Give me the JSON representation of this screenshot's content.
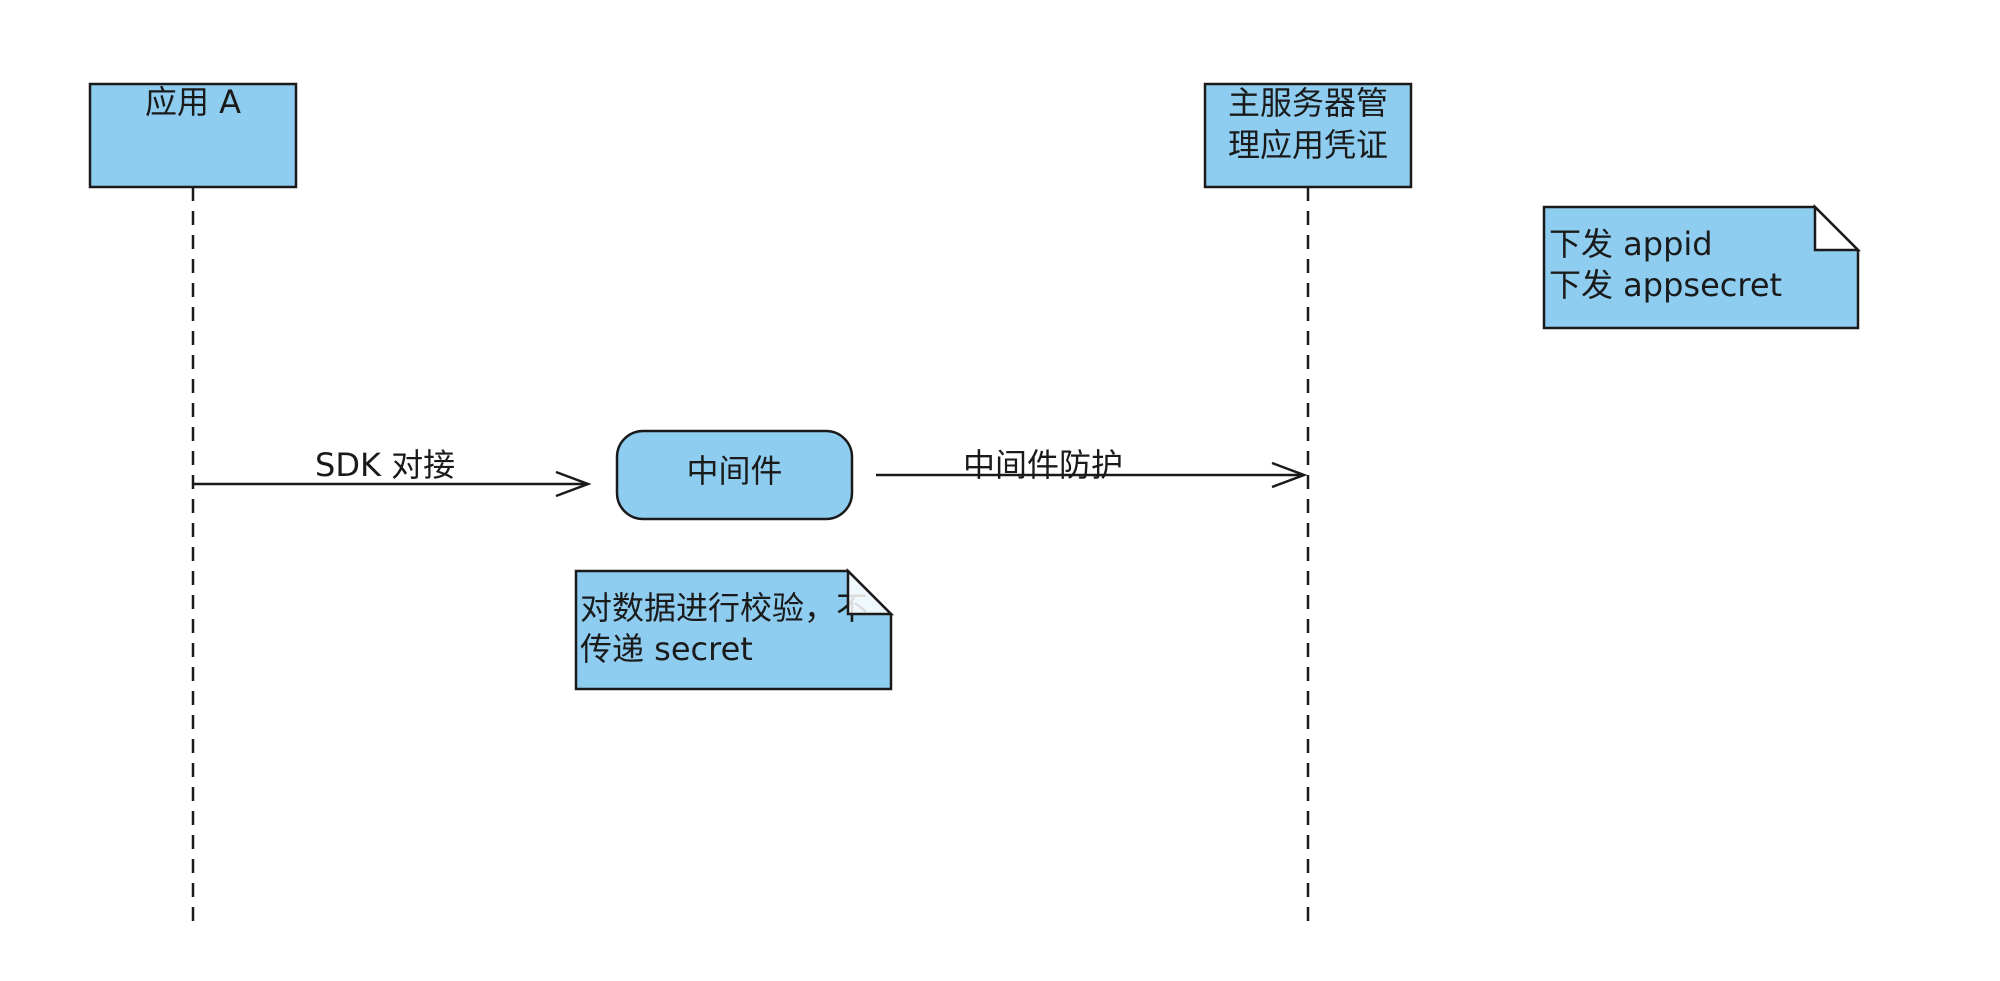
{
  "diagram": {
    "participants": [
      {
        "id": "app-a",
        "label": "应用 A"
      },
      {
        "id": "main-server",
        "label_lines": [
          "主服务器管",
          "理应用凭证"
        ]
      }
    ],
    "middleware": {
      "label": "中间件"
    },
    "messages": [
      {
        "from": "app-a",
        "to": "middleware",
        "label": "SDK 对接"
      },
      {
        "from": "middleware",
        "to": "main-server",
        "label": "中间件防护"
      }
    ],
    "notes": [
      {
        "id": "server-note",
        "lines": [
          "下发 appid",
          "下发 appsecret"
        ]
      },
      {
        "id": "middleware-note",
        "lines": [
          "对数据进行校验，不",
          "传递 secret"
        ]
      }
    ]
  },
  "colors": {
    "fill": "#8ECDF0",
    "stroke": "#1a1a1a",
    "background": "#ffffff"
  }
}
